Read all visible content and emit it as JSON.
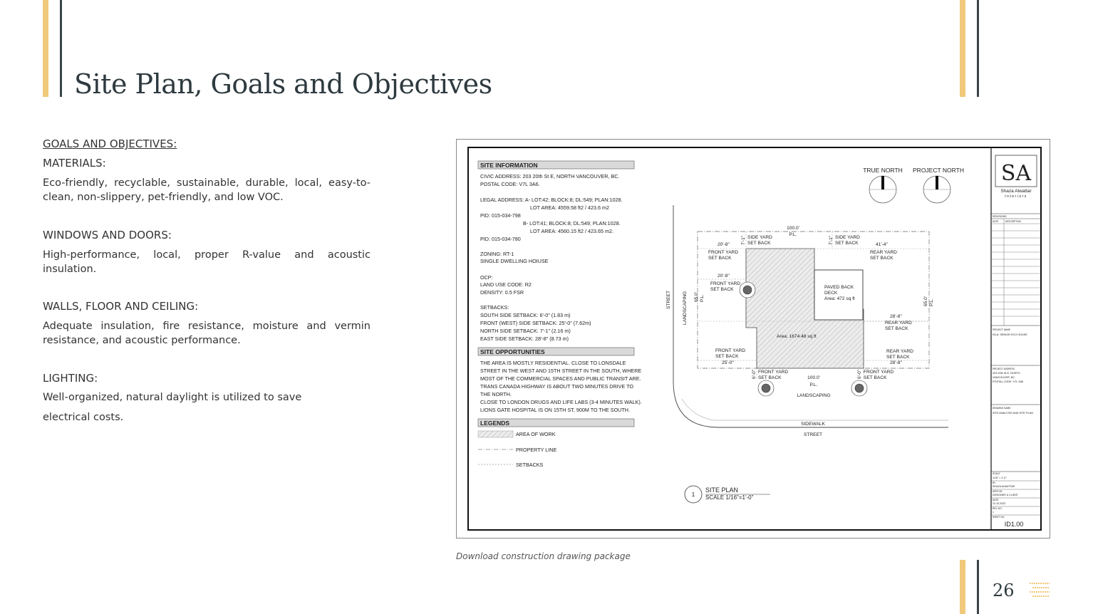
{
  "page": {
    "title": "Site Plan, Goals and Objectives",
    "page_number": "26"
  },
  "colors": {
    "gold": "#f0c97a",
    "slate": "#3a4448",
    "title": "#2e3a3f"
  },
  "goals": {
    "heading": "GOALS AND OBJECTIVES:",
    "sections": [
      {
        "title": "MATERIALS:",
        "text": "Eco-friendly, recyclable, sustainable, durable, local, easy-to-clean, non-slippery, pet-friendly, and low VOC."
      },
      {
        "title": "WINDOWS AND DOORS:",
        "text": "High-performance, local, proper R-value and acoustic insulation."
      },
      {
        "title": "WALLS, FLOOR AND CEILING:",
        "text": "Adequate insulation, fire resistance, moisture and vermin resistance, and acoustic performance."
      },
      {
        "title": "LIGHTING:",
        "text_line1": "Well-organized, natural daylight is utilized to save",
        "text_line2": "electrical costs."
      }
    ]
  },
  "drawing": {
    "caption": "Download construction drawing package",
    "site_info": {
      "header": "SITE INFORMATION",
      "lines": [
        "CIVIC ADDRESS: 203 20th St E, NORTH VANCOUVER, BC.",
        "POSTAL CODE: V7L 3A6.",
        "LEGAL ADDRESS: A- LOT:42; BLOCK:8; DL:549; PLAN:1028.",
        "LOT AREA: 4559.58 ft2 / 423.6 m2",
        "PID:     015-034-798",
        "B- LOT:41; BLOCK:8; DL:549; PLAN:1028.",
        "LOT AREA: 4560.15 ft2 / 423.65 m2.",
        "PID:     015-034-780",
        "ZONING:        RT-1",
        "SINGLE DWELLING HOIUSE",
        "OCP:",
        "LAND USE CODE: R2",
        "DENSITY: 0.5 FSR",
        "SETBACKS:",
        "SOUTH SIDE SETBACK: 6'-0\" (1.83 m)",
        "FRONT (WEST) SIDE SETBACK: 25'-0\" (7.62m)",
        "NORTH SIDE SETBACK: 7'-1\" (2.16 m)",
        "EAST SIDE SETBACK: 28'-8\" (8.73 m)"
      ]
    },
    "opportunities": {
      "header": "SITE OPPORTUNITIES",
      "lines": [
        "THE AREA IS MOSTLY RESIDENTIAL. CLOSE TO LONSDALE",
        "STREET IN THE WEST AND 15TH STREET IN THE SOUTH, WHERE",
        "MOST OF THE COMMERCIAL SPACES AND PUBLIC TRANSIT ARE.",
        "TRANS CANADA HIGHWAY IS ABOUT TWO MINUTES DRIVE TO",
        "THE NORTH.",
        "CLOSE TO LONDON DRUGS AND LIFE LABS (3-4 MINUTES WALK).",
        "LIONS GATE HOSPITAL IS ON 15TH ST, 900M TO THE SOUTH."
      ]
    },
    "legends": {
      "header": "LEGENDS",
      "items": [
        "AREA OF WORK",
        "PROPERTY LINE",
        "SETBACKS"
      ]
    },
    "north": {
      "true_north": "TRUE NORTH",
      "project_north": "PROJECT NORTH"
    },
    "plan_labels": {
      "pl_top": "100.0'",
      "pl": "P.L.",
      "side_yard": "SIDE YARD",
      "set_back": "SET BACK",
      "front_yard": "FRONT YARD",
      "rear_yard": "REAR YARD",
      "d20_8": "20'-8\"",
      "d41_4": "41'-4\"",
      "d28_8": "28'-8\"",
      "d25_0": "25'-0\"",
      "d7_1": "7'-1\"",
      "d6_0": "6'-0\"",
      "d65": "65.0'",
      "pl_bottom": "100.0'",
      "paved_1": "PAVED BACK",
      "paved_2": "DECK",
      "paved_3": "Area: 472 sq ft",
      "area": "Area: 1674.48 sq ft",
      "street": "STREET",
      "landscaping": "LANDSCAPING",
      "sidewalk": "SIDEWALK"
    },
    "site_plan_tag": {
      "num": "1",
      "title": "SITE PLAN",
      "scale": "SCALE 1/16\"=1'-0\""
    },
    "titleblock": {
      "logo": "SA",
      "name": "Shaza Alwattar",
      "sub": "Interiors",
      "revisions": "REVISIONS",
      "date": "DATE",
      "description": "DESCRIPTION",
      "project_name_label": "PROJECT NAME",
      "project_name": "ISLA: SENIOR ECO HOUSE",
      "project_address_label": "PROJECT ADDRESS",
      "project_address_1": "203 20th St E, NORTH",
      "project_address_2": "VANCOUVER, BC",
      "project_address_3": "POSTAL CODE: V7L 3A6",
      "drawing_name_label": "DRAWING NAME",
      "drawing_name": "SITE ANALYSIS AND SITE PLAN",
      "scale_label": "SCALE",
      "scale": "1/16\" = 1'-0\"",
      "by_label": "BY",
      "by": "SHAZA ALWATTAR",
      "approved_label": "APPD BY",
      "approved": "DESIGNER & CLIENT",
      "date_label": "DATE",
      "date_value": "12-10-2022",
      "rev_label": "REV. NO.",
      "rev": "1",
      "sheet_label": "SHEET NO.",
      "sheet": "ID1.00"
    }
  }
}
